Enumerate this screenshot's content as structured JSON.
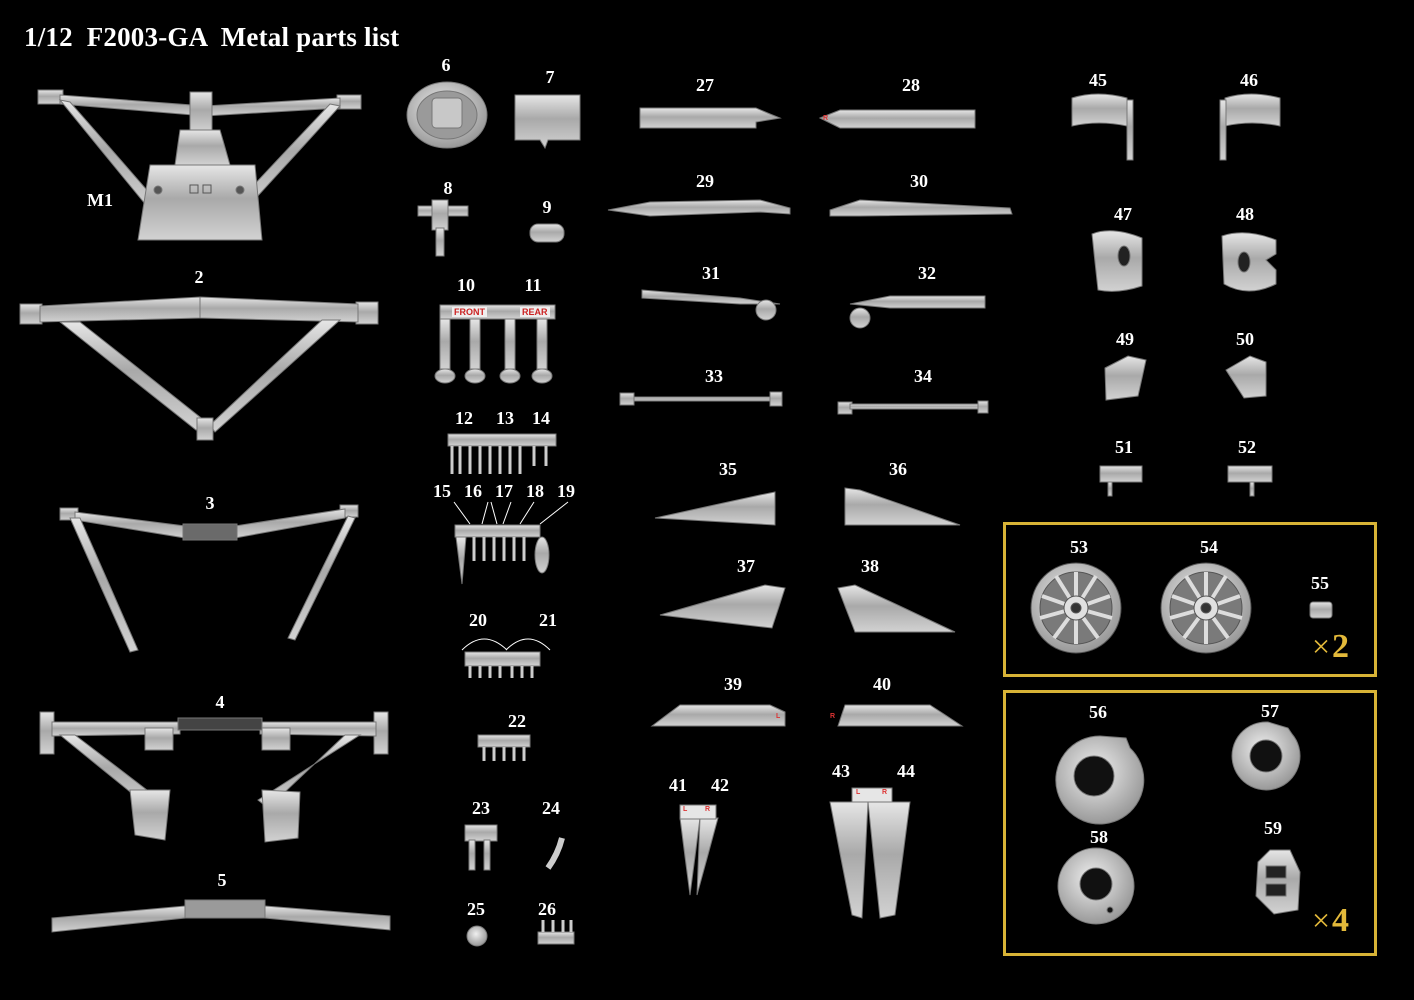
{
  "title": "1/12  F2003-GA  Metal parts list",
  "labels": {
    "m1": "M1",
    "p2": "2",
    "p3": "3",
    "p4": "4",
    "p5": "5",
    "p6": "6",
    "p7": "7",
    "p8": "8",
    "p9": "9",
    "p10": "10",
    "p11": "11",
    "p12": "12",
    "p13": "13",
    "p14": "14",
    "p15": "15",
    "p16": "16",
    "p17": "17",
    "p18": "18",
    "p19": "19",
    "p20": "20",
    "p21": "21",
    "p22": "22",
    "p23": "23",
    "p24": "24",
    "p25": "25",
    "p26": "26",
    "p27": "27",
    "p28": "28",
    "p29": "29",
    "p30": "30",
    "p31": "31",
    "p32": "32",
    "p33": "33",
    "p34": "34",
    "p35": "35",
    "p36": "36",
    "p37": "37",
    "p38": "38",
    "p39": "39",
    "p40": "40",
    "p41": "41",
    "p42": "42",
    "p43": "43",
    "p44": "44",
    "p45": "45",
    "p46": "46",
    "p47": "47",
    "p48": "48",
    "p49": "49",
    "p50": "50",
    "p51": "51",
    "p52": "52",
    "p53": "53",
    "p54": "54",
    "p55": "55",
    "p56": "56",
    "p57": "57",
    "p58": "58",
    "p59": "59"
  },
  "part_tags": {
    "front": "FRONT",
    "rear": "REAR",
    "l": "L",
    "r": "R"
  },
  "multipliers": {
    "wheels_count": "2",
    "hubs_count": "4",
    "symbol": "×"
  },
  "colors": {
    "background": "#000000",
    "text": "#ffffff",
    "frame": "#d8b336",
    "multiplier": "#e3b93a",
    "metal": "#bfbfbf"
  }
}
